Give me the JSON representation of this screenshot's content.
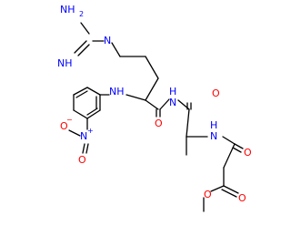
{
  "molecule": {
    "labels": {
      "guan_nh2": "NH",
      "guan_nh2_sub": "2",
      "guan_imine": "NH",
      "guan_link_n": "N",
      "aryl_amine": "NH",
      "amide1_nh": "N",
      "amide1_h": "H",
      "amide1_o": "O",
      "amide2_o": "O",
      "amide2_nh": "N",
      "amide2_h": "H",
      "amide3_o": "O",
      "ester_carbonyl_o": "O",
      "ester_o": "O",
      "nitro_o_minus": "O",
      "nitro_minus": "−",
      "nitro_n": "N",
      "nitro_plus": "+",
      "nitro_o": "O"
    },
    "colors": {
      "bond": "#000000",
      "nitrogen": "#0000ff",
      "oxygen": "#ff0000"
    }
  }
}
